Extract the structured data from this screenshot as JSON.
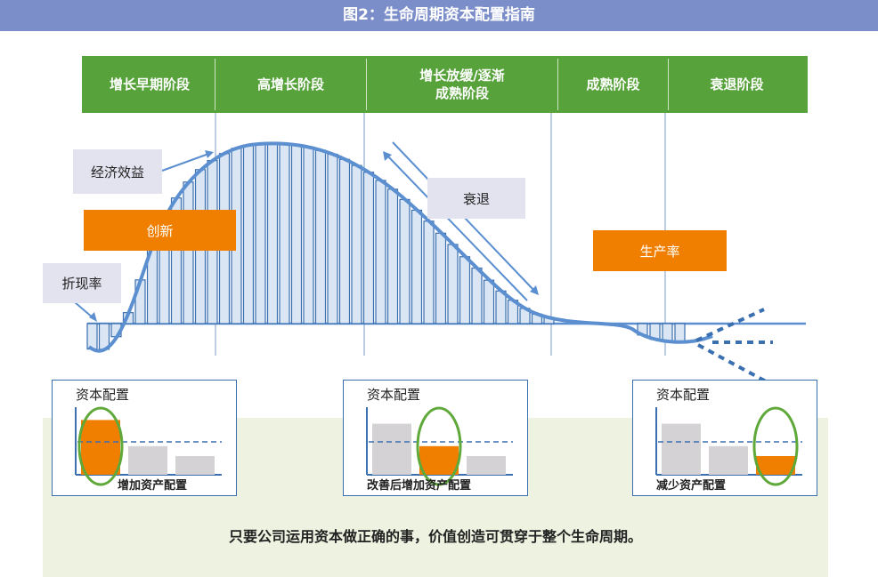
{
  "title": "图2：生命周期资本配置指南",
  "stages": [
    "增长早期阶段",
    "高增长阶段",
    "增长放缓/逐渐\n成熟阶段",
    "成熟阶段",
    "衰退阶段"
  ],
  "labels": {
    "economic_benefit": "经济效益",
    "innovation": "创新",
    "discount_rate": "折现率",
    "decline": "衰退",
    "productivity": "生产率"
  },
  "allocation_boxes": [
    {
      "title": "资本配置",
      "caption": "增加资产配置",
      "highlight_index": 0,
      "values": [
        0.88,
        0.46,
        0.3
      ]
    },
    {
      "title": "资本配置",
      "caption": "改善后增加资产配置",
      "highlight_index": 1,
      "values": [
        0.82,
        0.46,
        0.3
      ]
    },
    {
      "title": "资本配置",
      "caption": "减少资产配置",
      "highlight_index": 2,
      "values": [
        0.82,
        0.46,
        0.3
      ]
    }
  ],
  "conclusion": "只要公司运用资本做正确的事，价值创造可贯穿于整个生命周期。",
  "colors": {
    "title_bg": "#7c8ec9",
    "stage_green": "#57a23a",
    "orange": "#f07f00",
    "curve_blue": "#5b8fd0",
    "bar_fill": "#dbe6f5",
    "bar_gray": "#d4d2d4",
    "circle_green": "#5fa83a",
    "band_green": "#eef3e1"
  }
}
